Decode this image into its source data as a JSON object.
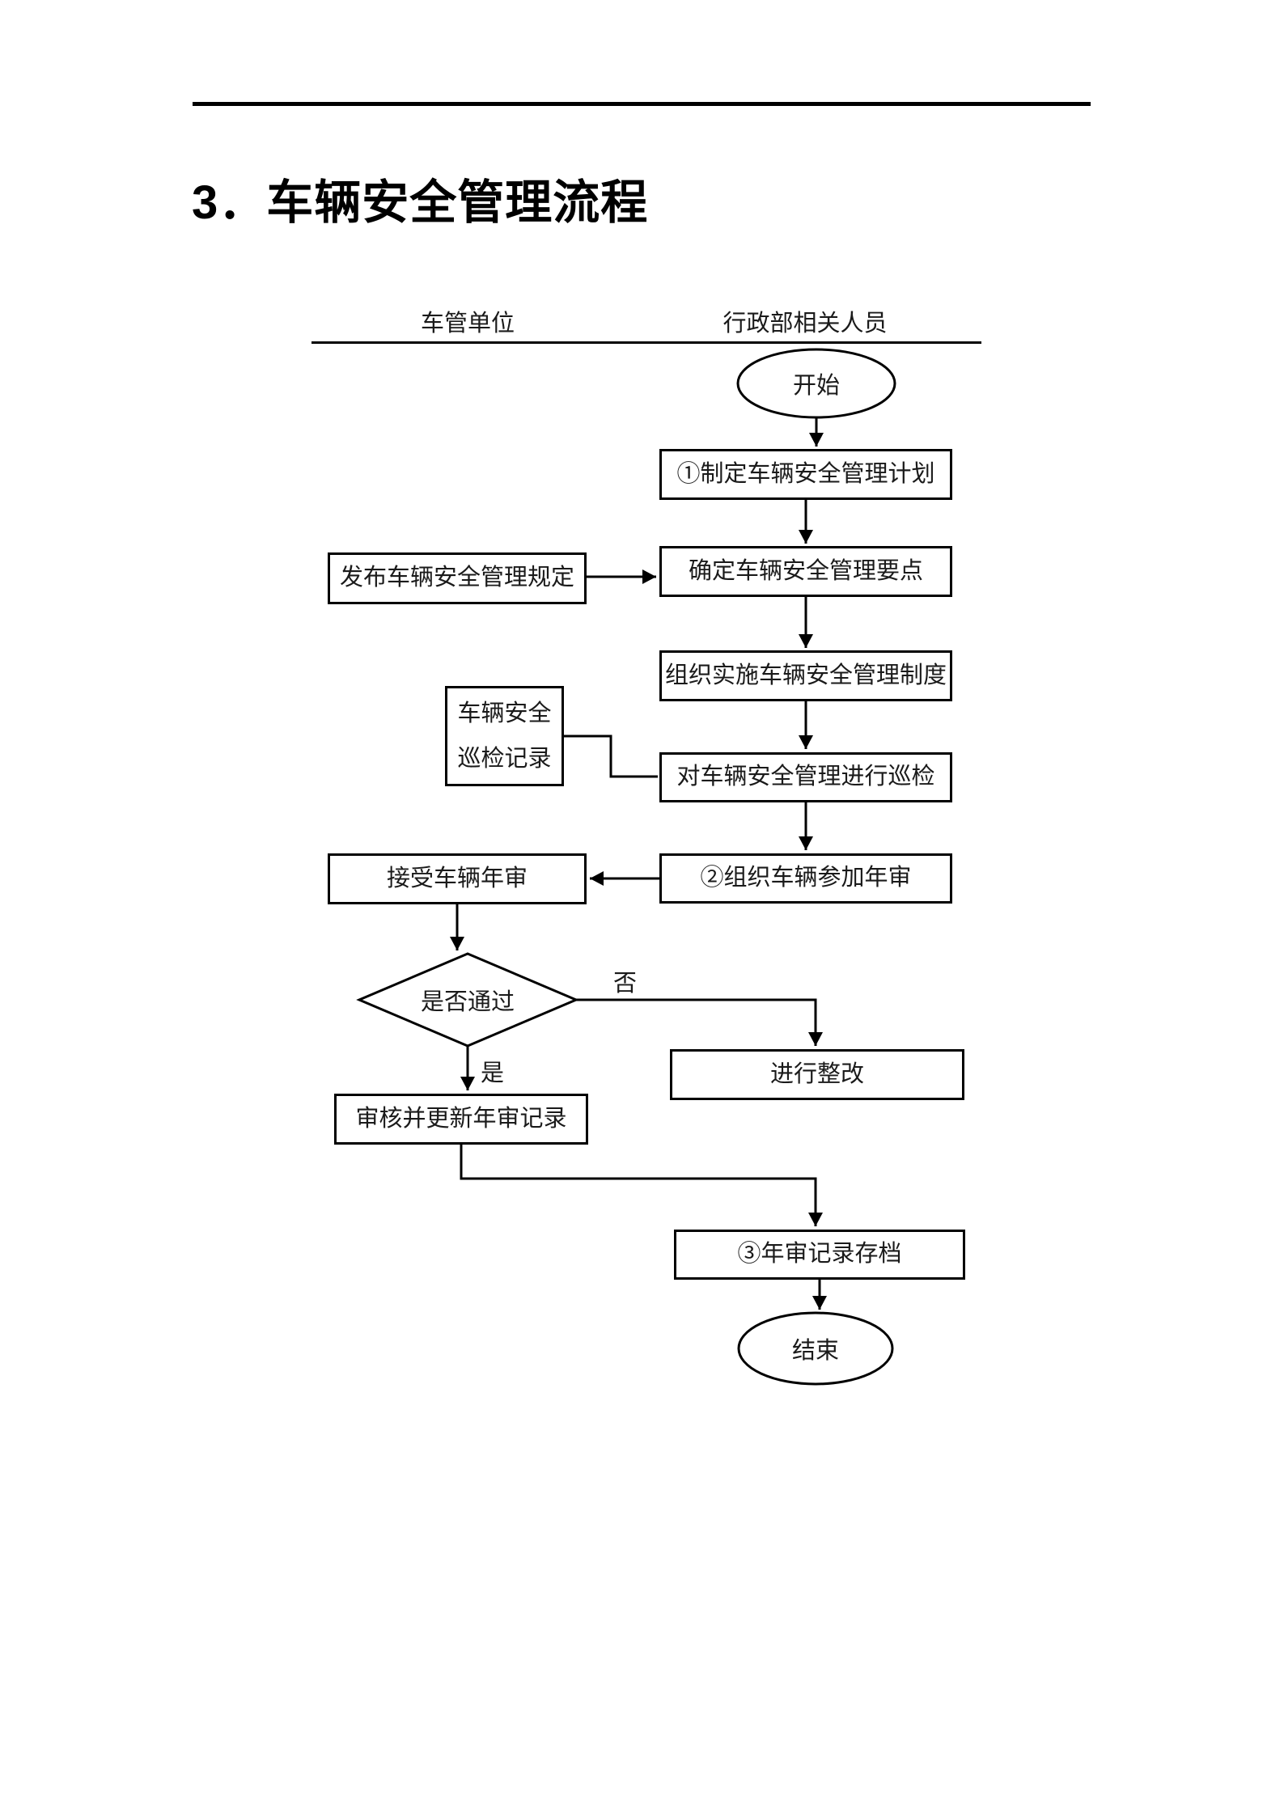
{
  "page": {
    "title": "3．车辆安全管理流程"
  },
  "flowchart": {
    "lanes": {
      "left": "车管单位",
      "right": "行政部相关人员"
    },
    "nodes": {
      "start": "开始",
      "plan": "①制定车辆安全管理计划",
      "publish": "发布车辆安全管理规定",
      "confirm": "确定车辆安全管理要点",
      "implement": "组织实施车辆安全管理制度",
      "patrol_record": "车辆安全\n巡检记录",
      "inspect": "对车辆安全管理进行巡检",
      "organize_review": "②组织车辆参加年审",
      "accept_review": "接受车辆年审",
      "decision": "是否通过",
      "rectify": "进行整改",
      "update_record": "审核并更新年审记录",
      "archive": "③年审记录存档",
      "end": "结束"
    },
    "edge_labels": {
      "no": "否",
      "yes": "是"
    },
    "colors": {
      "line": "#000000",
      "box_fill": "#ffffff",
      "text": "#1a1a1a"
    }
  }
}
